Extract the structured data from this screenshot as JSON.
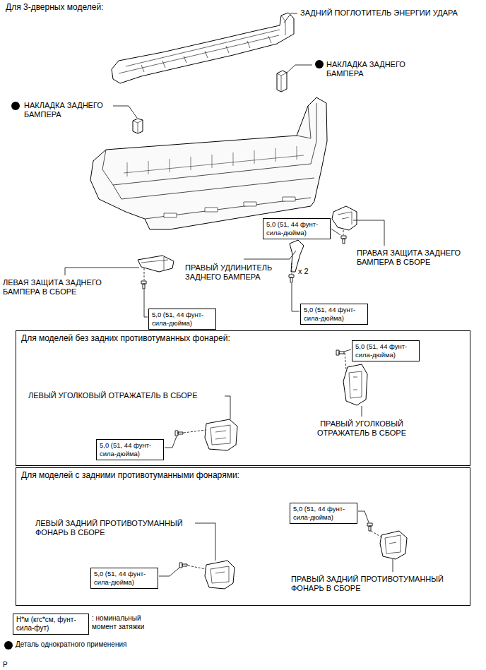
{
  "diagram": {
    "title": "Для 3-дверных моделей:",
    "nodes": [
      {
        "text": [
          "5,0 (51, 44 фунт-сила-дюйма)"
        ]
      },
      {
        "text": [
          "5,0 (51, 44 фунт-сила-дюйма)"
        ]
      },
      {
        "text": [
          "5,0 (51, 44 фунт-сила-дюйма)"
        ]
      },
      {
        "text": [
          "Для моделей без задних противотуманных фонарей:"
        ]
      },
      {
        "text": [
          "5,0 (51, 44 фунт-сила-дюйма)"
        ],
        "in": 3
      },
      {
        "text": [
          "5,0 (51, 44 фунт-сила-дюйма)"
        ],
        "in": 3
      },
      {
        "text": [
          "Для моделей с задними противотуманными фонарями:"
        ]
      },
      {
        "text": [
          "5,0 (51, 44 фунт-сила-дюйма)"
        ],
        "in": 6
      },
      {
        "text": [
          "5,0 (51, 44 фунт-сила-дюйма)"
        ],
        "in": 6
      },
      {
        "text": [
          "Н*м (кгс*см, фунт-сила-фут)"
        ]
      }
    ],
    "labels": [
      "ЗАДНИЙ ПОГЛОТИТЕЛЬ ЭНЕРГИИ УДАРА",
      "НАКЛАДКА ЗАДНЕГО БАМПЕРА",
      "НАКЛАДКА ЗАДНЕГО БАМПЕРА",
      "ПРАВАЯ ЗАЩИТА ЗАДНЕГО БАМПЕРА В СБОРЕ",
      "ЛЕВАЯ ЗАЩИТА ЗАДНЕГО БАМПЕРА В СБОРЕ",
      "ПРАВЫЙ УДЛИНИТЕЛЬ ЗАДНЕГО БАМПЕРА",
      "x 2",
      "ЛЕВЫЙ УГОЛКОВЫЙ ОТРАЖАТЕЛЬ В СБОРЕ",
      "ПРАВЫЙ УГОЛКОВЫЙ ОТРАЖАТЕЛЬ В СБОРЕ",
      "ЛЕВЫЙ ЗАДНИЙ ПРОТИВОТУМАННЫЙ ФОНАРЬ В СБОРЕ",
      "ПРАВЫЙ ЗАДНИЙ ПРОТИВОТУМАННЫЙ ФОНАРЬ В СБОРЕ",
      "P"
    ],
    "legend": [
      {
        "text": ": номинальный момент затяжки"
      },
      {
        "text": "Деталь однократного применения"
      }
    ]
  }
}
